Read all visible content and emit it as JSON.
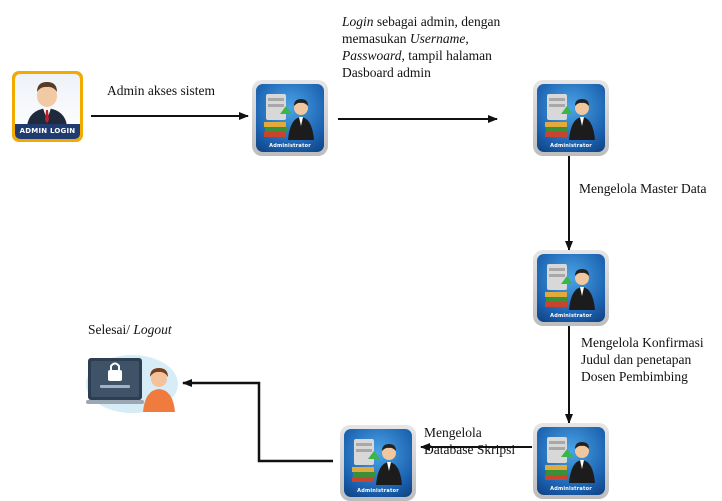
{
  "nodes": {
    "admin_login": {
      "banner": "ADMIN LOGIN"
    },
    "admin_tile_caption": "Administrator"
  },
  "steps": {
    "akses": "Admin akses sistem",
    "login": {
      "line1_italic": "Login",
      "line1_rest": " sebagai admin, dengan",
      "line2_text": "memasukan ",
      "line2_italic": "Username",
      "line2_end": ",",
      "line3_italic": "Passwoard",
      "line3_rest": ", tampil  halaman",
      "line4": "Dasboard admin"
    },
    "master": "Mengelola Master Data",
    "konfirmasi": {
      "line1": "Mengelola Konfirmasi",
      "line2": "Judul dan penetapan",
      "line3": "Dosen Pembimbing"
    },
    "database": {
      "line1": "Mengelola",
      "line2": "Database Skripsi"
    },
    "logout": {
      "text": "Selesai/ ",
      "italic": "Logout"
    }
  },
  "colors": {
    "arrow": "#111111",
    "admin_login_border": "#f2a900",
    "admin_login_banner": "#1f3b6f",
    "tile_screen": "#1a5fae"
  },
  "icons": [
    "admin-login-icon",
    "administrator-icon",
    "logout-icon"
  ]
}
